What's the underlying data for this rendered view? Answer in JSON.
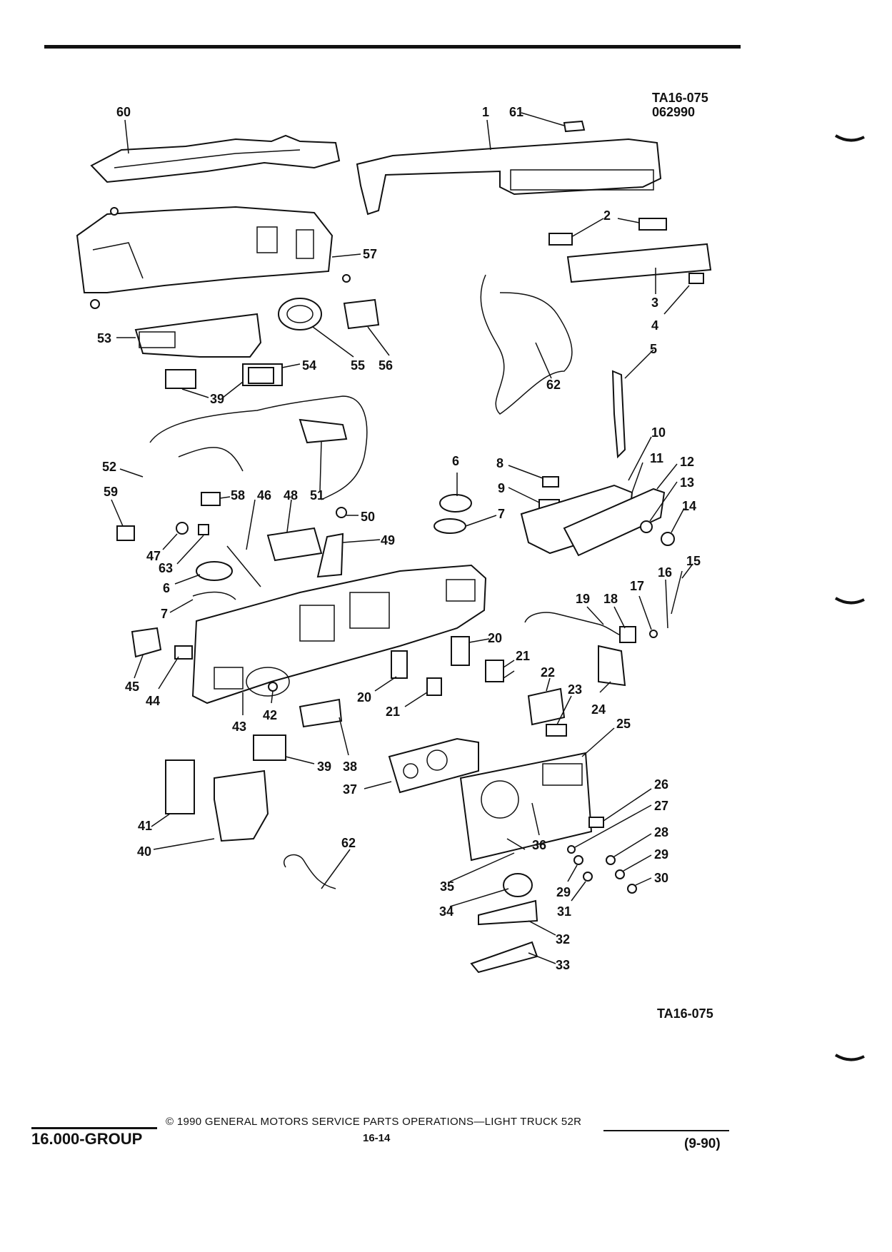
{
  "figure": {
    "ref_top_line1": "TA16-075",
    "ref_top_line2": "062990",
    "ref_bottom": "TA16-075",
    "callouts": {
      "c1": "1",
      "c2": "2",
      "c3": "3",
      "c4": "4",
      "c5": "5",
      "c6a": "6",
      "c6b": "6",
      "c7a": "7",
      "c7b": "7",
      "c8": "8",
      "c9": "9",
      "c10": "10",
      "c11": "11",
      "c12": "12",
      "c13": "13",
      "c14": "14",
      "c15": "15",
      "c16": "16",
      "c17": "17",
      "c18": "18",
      "c19": "19",
      "c20a": "20",
      "c20b": "20",
      "c21a": "21",
      "c21b": "21",
      "c22": "22",
      "c23": "23",
      "c24": "24",
      "c25": "25",
      "c26": "26",
      "c27": "27",
      "c28": "28",
      "c29a": "29",
      "c29b": "29",
      "c30": "30",
      "c31": "31",
      "c32": "32",
      "c33": "33",
      "c34": "34",
      "c35": "35",
      "c36": "36",
      "c37": "37",
      "c38": "38",
      "c39a": "39",
      "c39b": "39",
      "c40": "40",
      "c41": "41",
      "c42": "42",
      "c43": "43",
      "c44": "44",
      "c45": "45",
      "c46": "46",
      "c47": "47",
      "c48": "48",
      "c49": "49",
      "c50": "50",
      "c51": "51",
      "c52": "52",
      "c53": "53",
      "c54": "54",
      "c55": "55",
      "c56": "56",
      "c57": "57",
      "c58": "58",
      "c59": "59",
      "c60": "60",
      "c61": "61",
      "c62a": "62",
      "c62b": "62",
      "c63": "63"
    }
  },
  "footer": {
    "group": "16.000-GROUP",
    "copyright": "© 1990 GENERAL MOTORS SERVICE PARTS OPERATIONS—LIGHT TRUCK 52R",
    "page": "16-14",
    "revision": "(9-90)"
  }
}
